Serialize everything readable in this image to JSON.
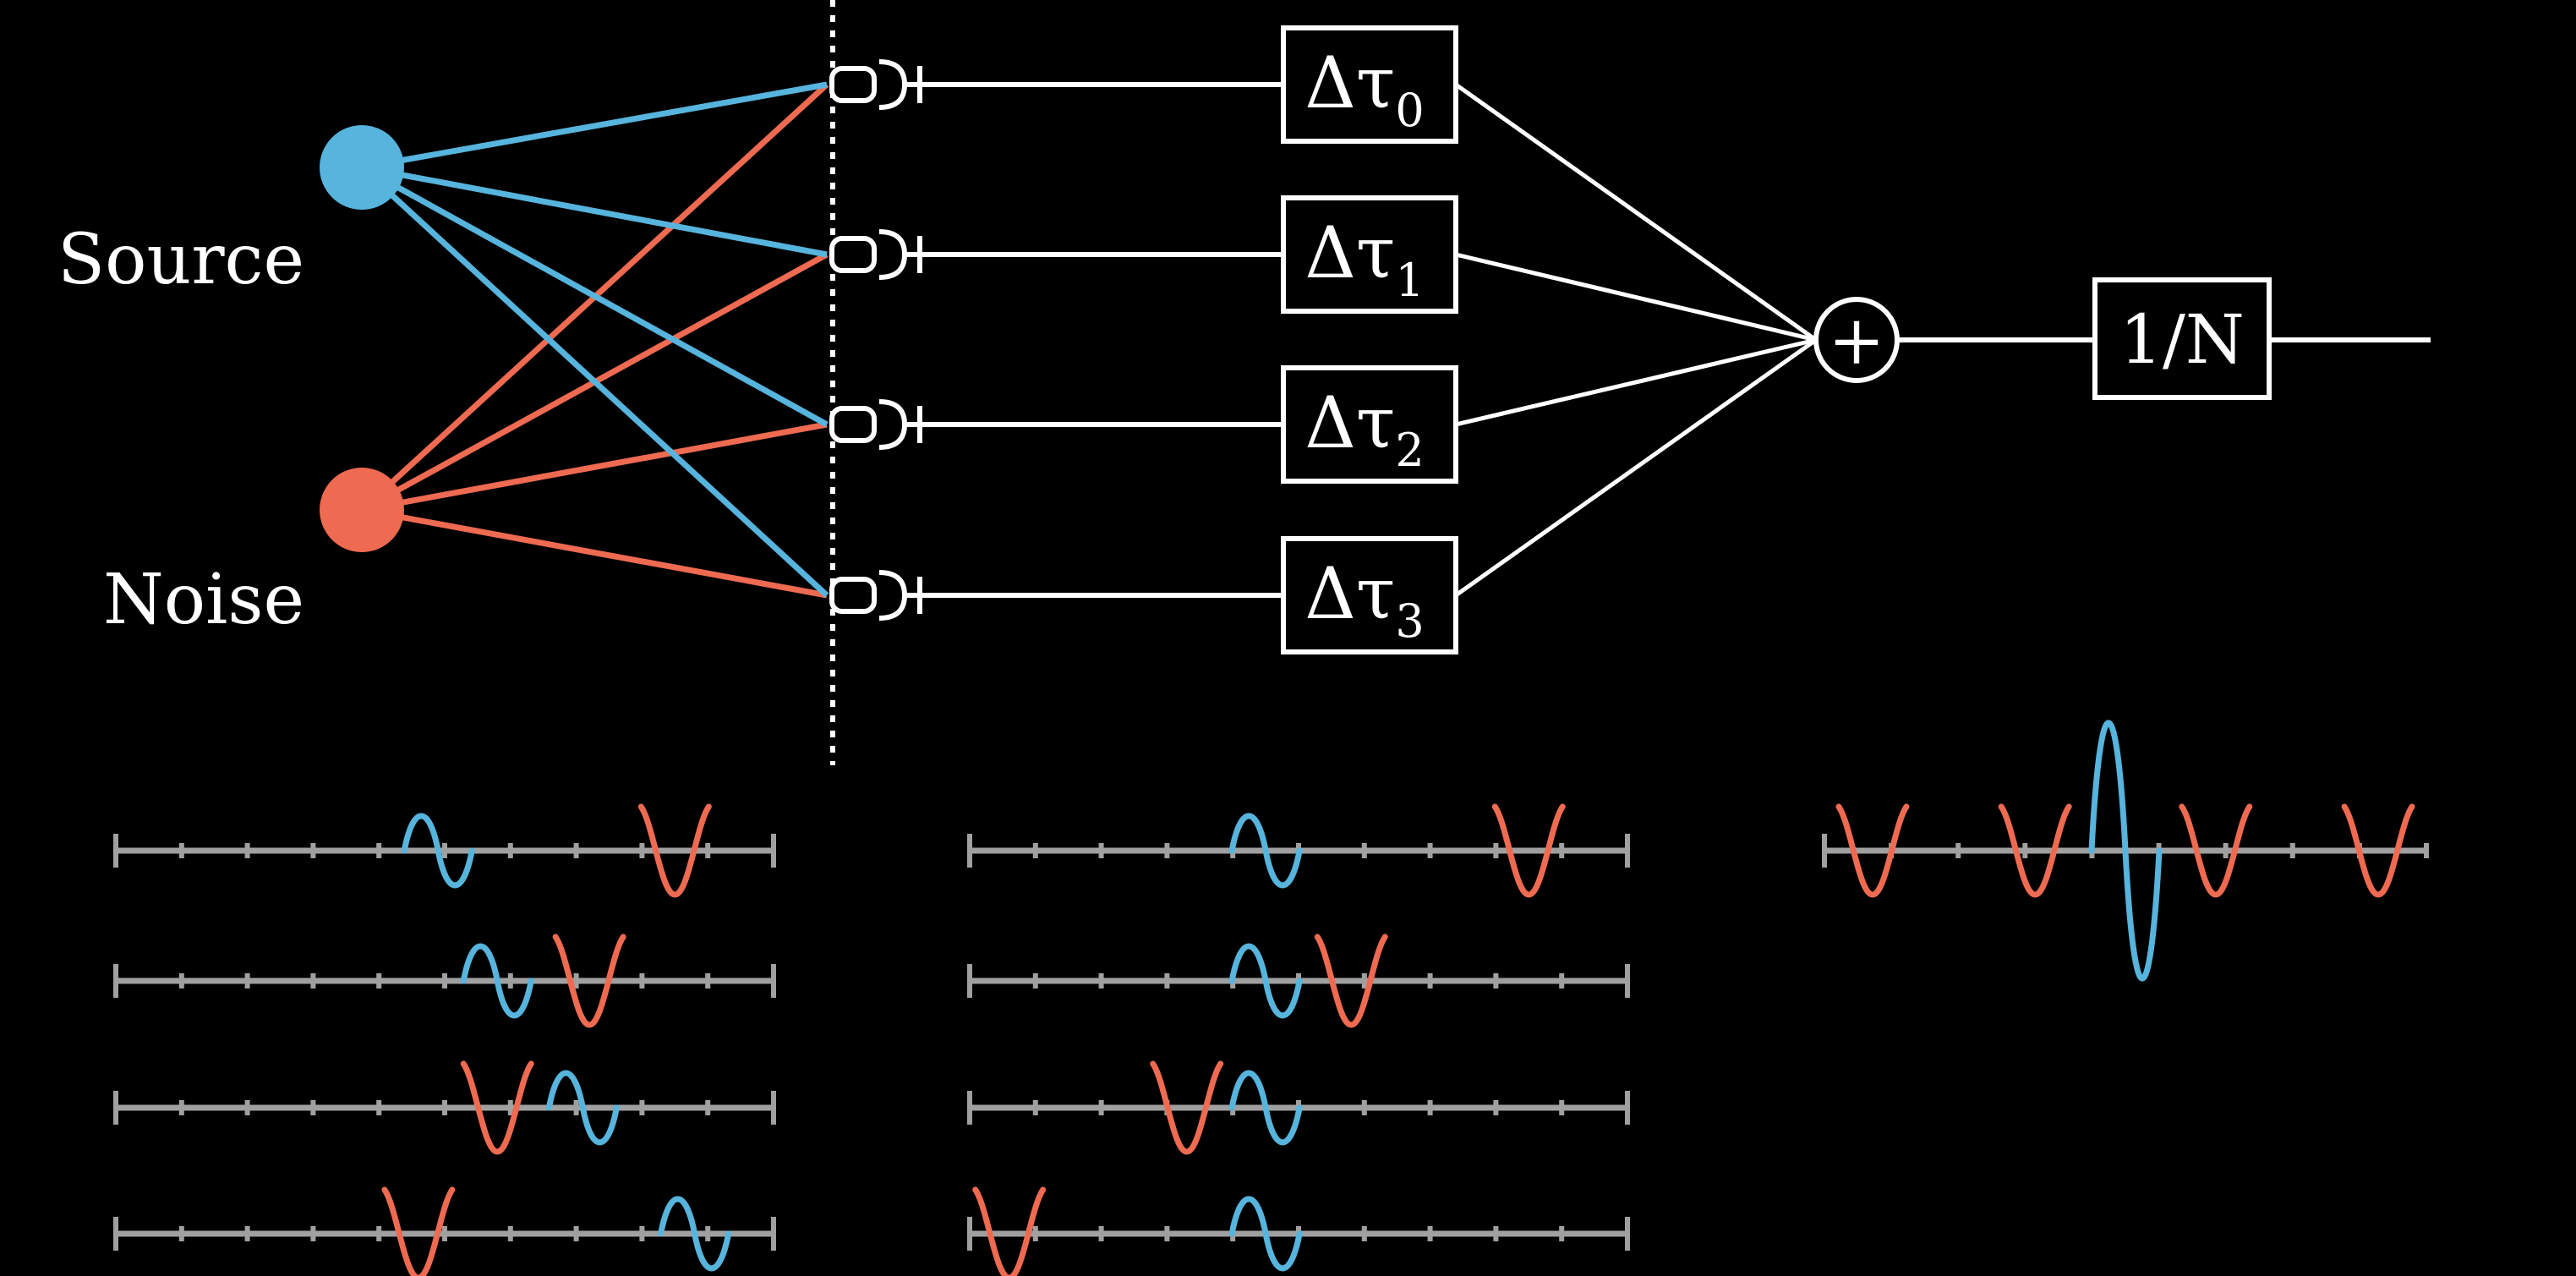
{
  "colors": {
    "background": "#000000",
    "source": "#56b4dd",
    "noise": "#ee6a51",
    "wire": "#ffffff",
    "axis": "#a0a0a0"
  },
  "labels": {
    "source": "Source",
    "noise": "Noise"
  },
  "delays": [
    {
      "symbol": "Δτ",
      "sub": "0"
    },
    {
      "symbol": "Δτ",
      "sub": "1"
    },
    {
      "symbol": "Δτ",
      "sub": "2"
    },
    {
      "symbol": "Δτ",
      "sub": "3"
    }
  ],
  "summer": {
    "symbol": "+"
  },
  "normalizer": {
    "label": "1/N"
  },
  "timelines": {
    "before": [
      {
        "source_at": 0.49,
        "noise_at": 0.85
      },
      {
        "source_at": 0.58,
        "noise_at": 0.72
      },
      {
        "source_at": 0.71,
        "noise_at": 0.58
      },
      {
        "source_at": 0.88,
        "noise_at": 0.46
      }
    ],
    "after": [
      {
        "source_at": 0.45,
        "noise_at": 0.85
      },
      {
        "source_at": 0.45,
        "noise_at": 0.58
      },
      {
        "source_at": 0.45,
        "noise_at": 0.33
      },
      {
        "source_at": 0.45,
        "noise_at": 0.06
      }
    ],
    "output": {
      "source_at": 0.5,
      "noise_at": [
        0.08,
        0.35,
        0.65,
        0.92
      ]
    }
  }
}
